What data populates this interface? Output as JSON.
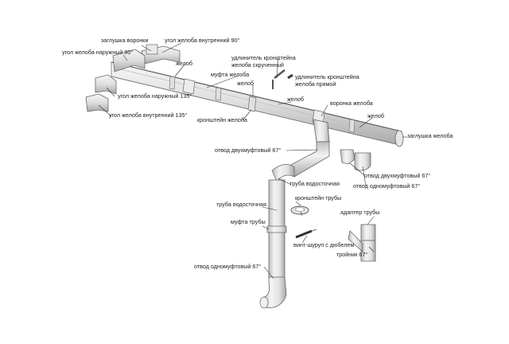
{
  "labels": {
    "zaglushka_voronki": "заглушка воронки",
    "ugol_vnutr_90": "угол желоба внутренний 90°",
    "ugol_narug_90": "угол желоба наружный 90°",
    "zhelob_1": "желоб",
    "mufta_zheloba": "муфта желоба",
    "udlin_skruch": "удлинитель кронштейна\nжелоба скрученный",
    "zhelob_2": "желоб",
    "udlin_pryam": "удлинитель кронштейна\nжелоба прямой",
    "ugol_narug_135": "угол желоба наружный 135°",
    "zhelob_3": "желоб",
    "ugol_vnutr_135": "угол желоба внутренний 135°",
    "voronka": "воронка желоба",
    "kronshtein_zheloba": "кронштейн желоба",
    "zhelob_4": "желоб",
    "zaglushka_zheloba": "заглушка желоба",
    "otvod_dvuh_1": "отвод двухмуфтовый 67°",
    "otvod_dvuh_2": "отвод двухмуфтовый 67°",
    "truba_1": "труба водосточная",
    "otvod_odno_1": "отвод одномуфтовый 67°",
    "kronshtein_truby": "кронштейн трубы",
    "truba_2": "труба водосточная",
    "adapter": "адаптер трубы",
    "mufta_truby": "муфта трубы",
    "vint": "винт-шуруп с дюбелем",
    "troinik": "тройник 67°",
    "otvod_odno_2": "отвод одномуфтовый 67°"
  }
}
